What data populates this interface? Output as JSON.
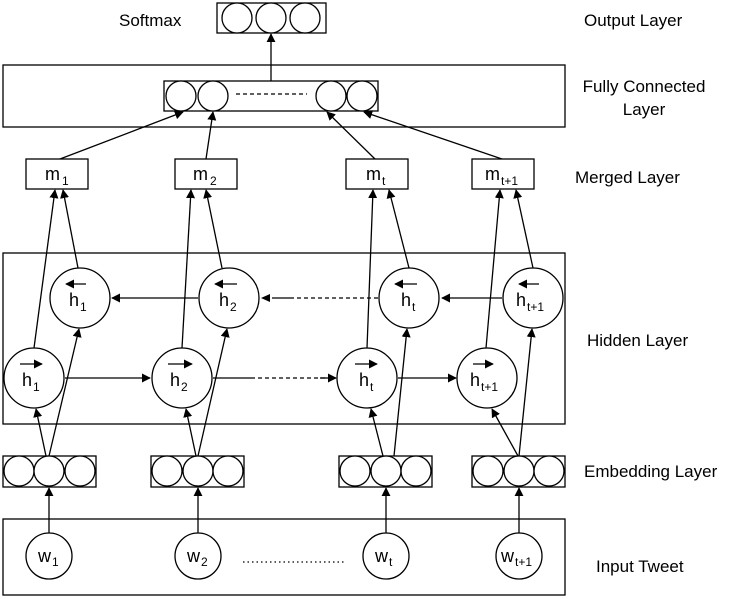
{
  "layers": {
    "output": "Output Layer",
    "softmax": "Softmax",
    "fully_connected_line1": "Fully Connected",
    "fully_connected_line2": "Layer",
    "merged": "Merged Layer",
    "hidden": "Hidden Layer",
    "embedding": "Embedding Layer",
    "input": "Input Tweet"
  },
  "symbols": {
    "m": "m",
    "h": "h",
    "w": "w"
  },
  "indices": [
    "1",
    "2",
    "t",
    "t+1"
  ]
}
